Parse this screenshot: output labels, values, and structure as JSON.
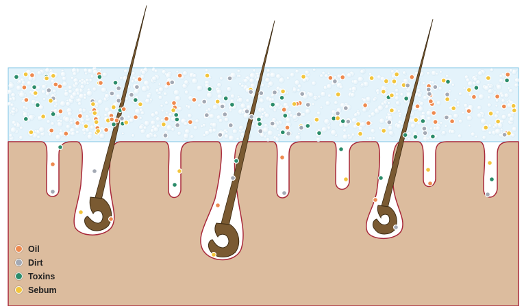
{
  "colors": {
    "cleanser": "#e4f3fb",
    "cleanser_border": "#7fc6e6",
    "skin": "#dcbc9e",
    "skin_outline": "#a8283a",
    "hair": "#7a5a32",
    "hair_outline": "#3c2a12"
  },
  "legend": [
    {
      "label": "Oil",
      "color": "#ee8a50",
      "icon": "oil-particle-icon"
    },
    {
      "label": "Dirt",
      "color": "#a3a9b4",
      "icon": "dirt-particle-icon"
    },
    {
      "label": "Toxins",
      "color": "#2b8c6a",
      "icon": "toxin-particle-icon"
    },
    {
      "label": "Sebum",
      "color": "#f2c53d",
      "icon": "sebum-particle-icon"
    }
  ]
}
